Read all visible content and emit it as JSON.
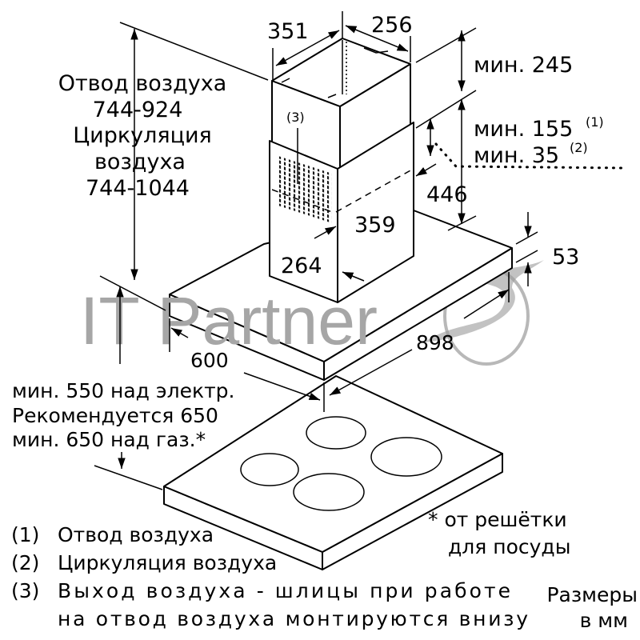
{
  "watermark": {
    "text": "IT Partner",
    "color": "#9a9a9a"
  },
  "dimensions": {
    "chimney_depth": "351",
    "chimney_width": "256",
    "min_top": "мин. 245",
    "min_exhaust": "мин. 155",
    "sup_1": "(1)",
    "min_circulation": "мин. 35",
    "sup_2": "(2)",
    "chimney_lower": "446",
    "inner_width": "359",
    "inner_depth": "264",
    "canopy_thickness": "53",
    "canopy_width": "898",
    "canopy_depth": "600",
    "outlet_marker": "(3)"
  },
  "chimney_height": [
    "Отвод воздуха",
    "744-924",
    "Циркуляция",
    "воздуха",
    "744-1044"
  ],
  "clearance": [
    "мин. 550 над электр.",
    "Рекомендуется 650",
    "мин. 650 над газ.*"
  ],
  "grate_note": [
    "* от решётки",
    "для посуды"
  ],
  "legend": [
    {
      "num": "(1)",
      "text": "Отвод воздуха"
    },
    {
      "num": "(2)",
      "text": "Циркуляция воздуха"
    },
    {
      "num": "(3)",
      "text": "Выход воздуха - шлицы при работе",
      "text2": "на отвод воздуха монтируются внизу"
    }
  ],
  "units": [
    "Размеры",
    "в мм"
  ]
}
